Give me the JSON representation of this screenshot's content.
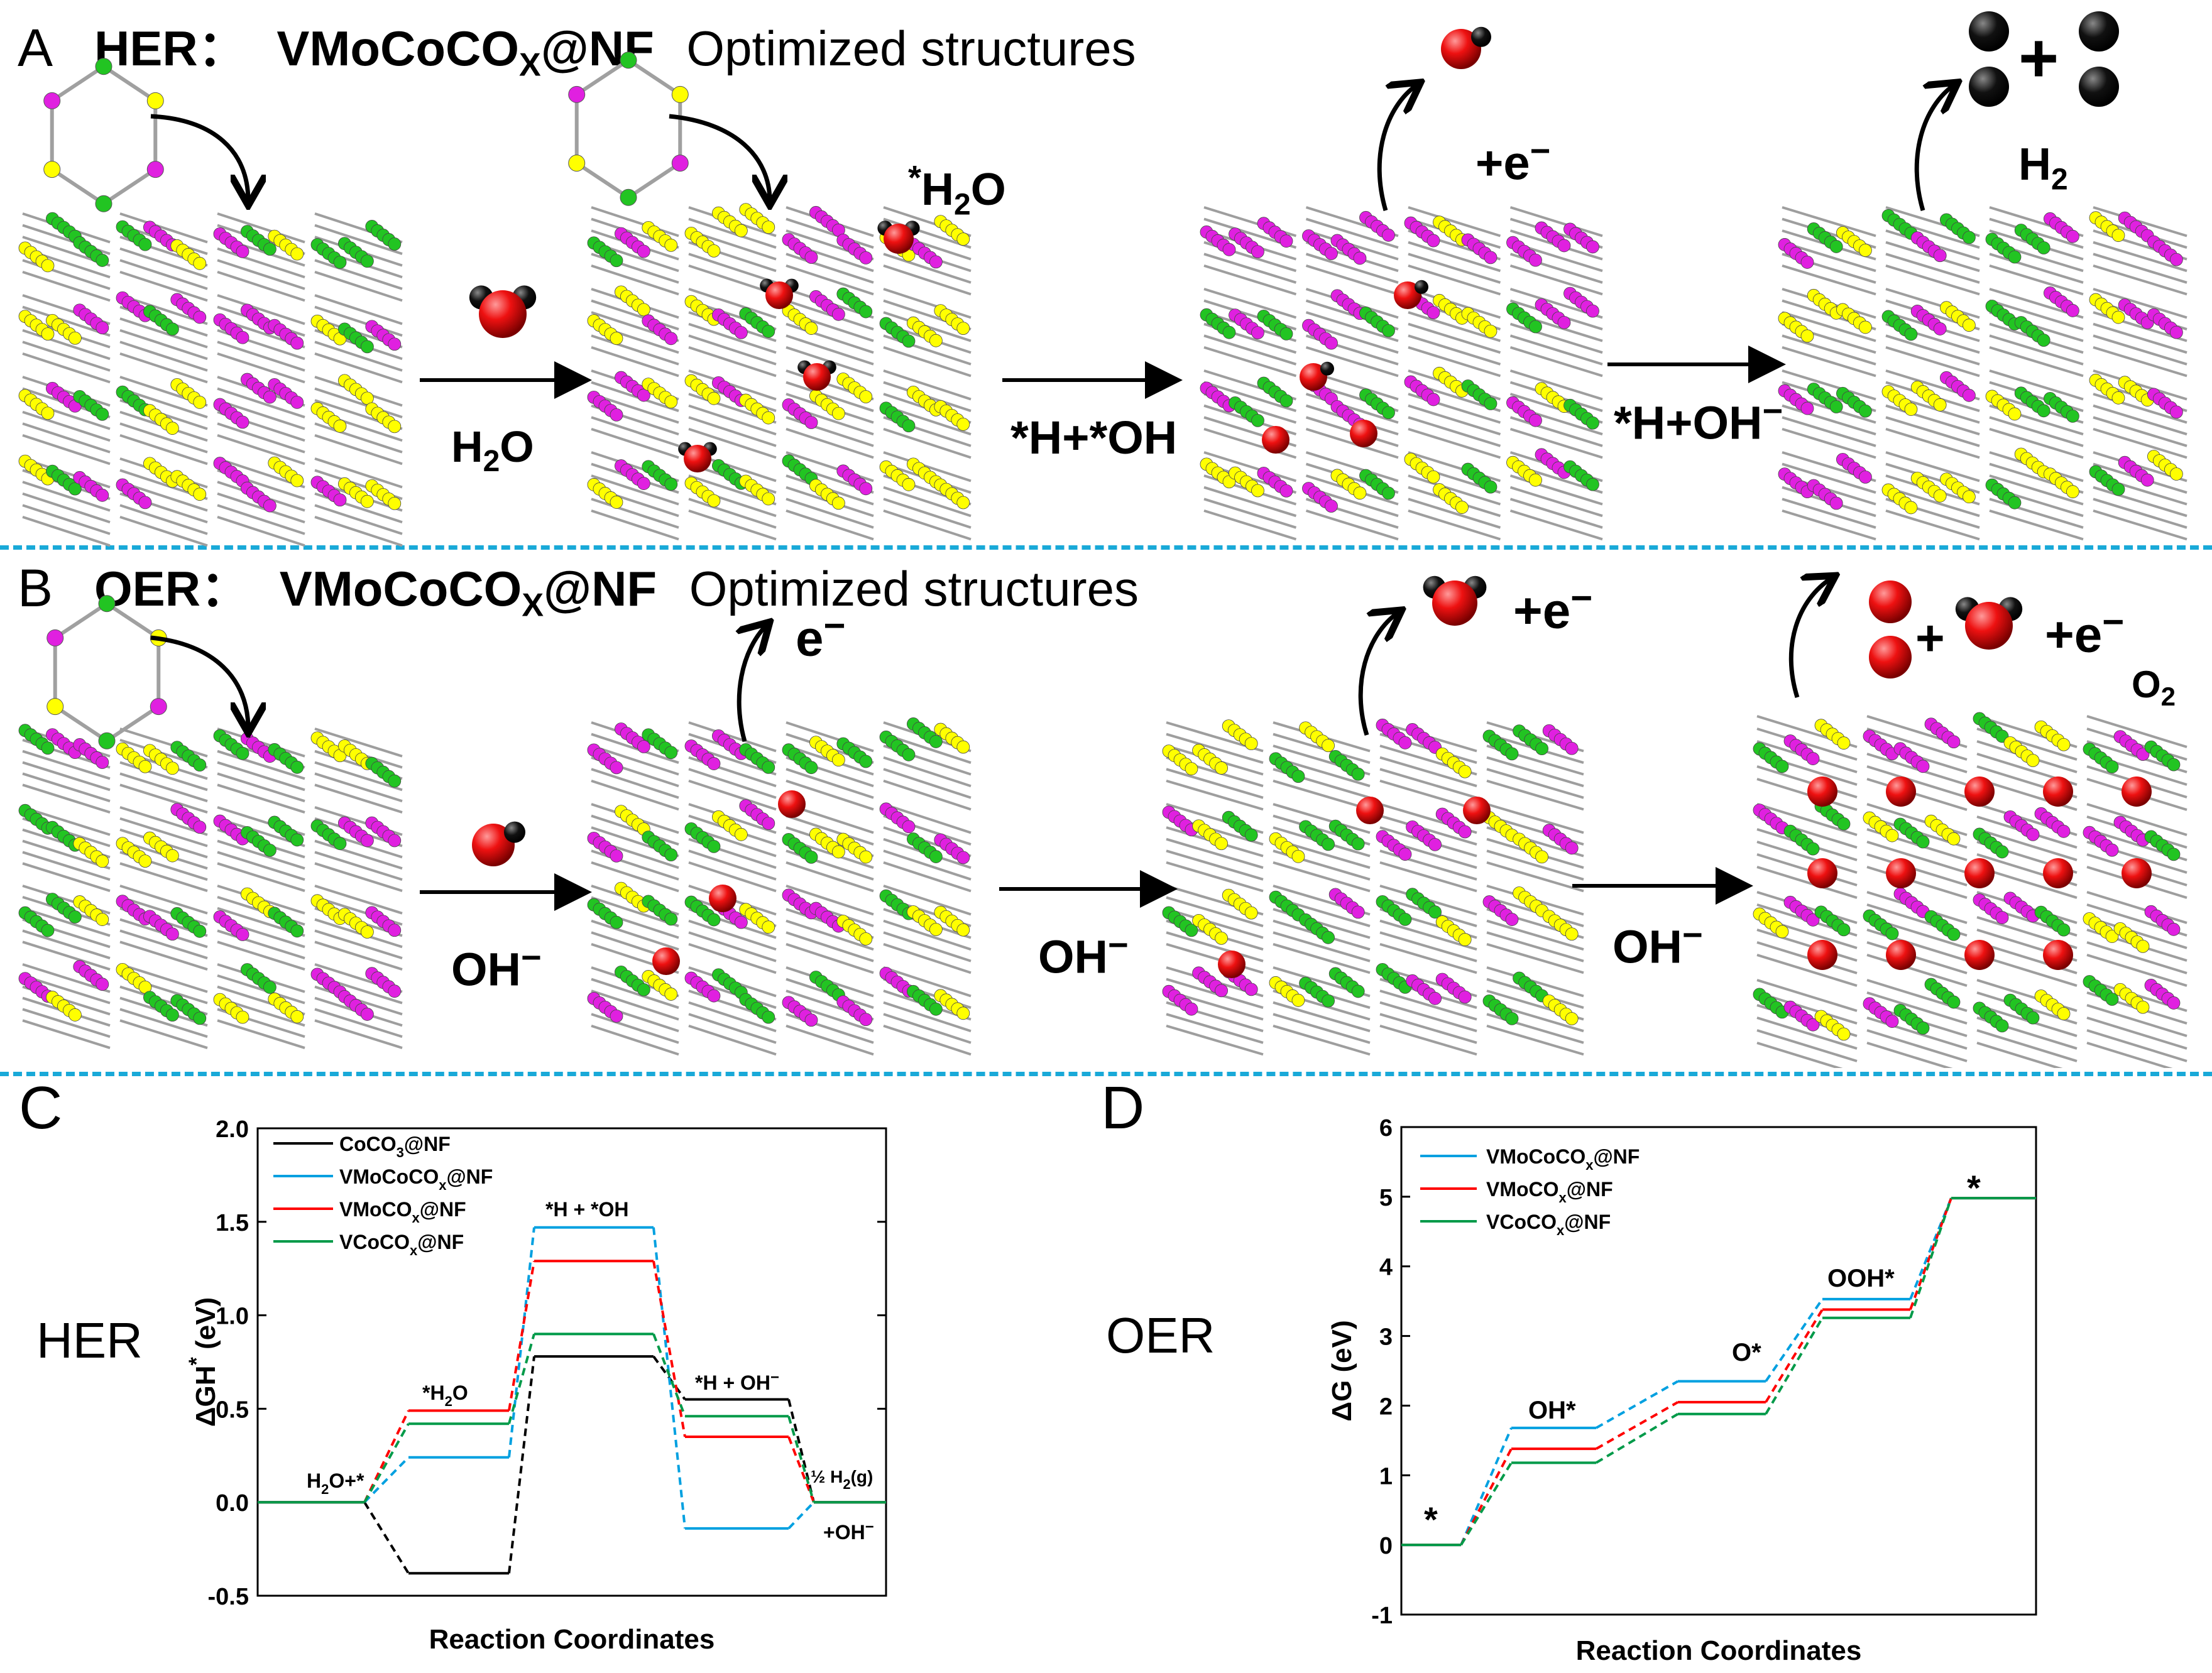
{
  "panel_a": {
    "letter": "A",
    "reaction": "HER",
    "colon": "：",
    "catalyst_main": "VMoCoCO",
    "catalyst_sub": "X",
    "catalyst_tail": "@NF",
    "subtitle": "Optimized structures",
    "step_labels": {
      "h2o_main": "H",
      "h2o_sub": "2",
      "h2o_tail": "O",
      "adsorbed_h2o_star": "*",
      "adsorbed_h2o_main": "H",
      "adsorbed_h2o_sub": "2",
      "adsorbed_h2o_tail": "O",
      "h_oh": "*H+*OH",
      "electron1": "+e",
      "electron1_sup": "−",
      "h_oh_minus": "*H+OH",
      "h_oh_minus_sup": "−",
      "h2_main": "H",
      "h2_sub": "2"
    }
  },
  "panel_b": {
    "letter": "B",
    "reaction": "OER",
    "colon": "：",
    "catalyst_main": "VMoCoCO",
    "catalyst_sub": "X",
    "catalyst_tail": "@NF",
    "subtitle": "Optimized structures",
    "step_labels": {
      "oh1": "OH",
      "oh1_sup": "−",
      "e1": "e",
      "e1_sup": "−",
      "oh2": "OH",
      "oh2_sup": "−",
      "e2": "+e",
      "e2_sup": "−",
      "oh3": "OH",
      "oh3_sup": "−",
      "plus": "+",
      "e3": "+e",
      "e3_sup": "−",
      "o2_main": "O",
      "o2_sub": "2"
    }
  },
  "colors": {
    "green_atom": "#22c422",
    "yellow_atom": "#ffff00",
    "magenta_atom": "#e020e0",
    "bond": "#9e9e9e",
    "oxygen": "#ee1111",
    "hydrogen": "#111111",
    "divider": "#19a9d8",
    "series_black": "#000000",
    "series_cyan": "#00a0e0",
    "series_red": "#ff0000",
    "series_green": "#009a49"
  },
  "chart_data": [
    {
      "panel": "C",
      "side_label": "HER",
      "type": "line",
      "ylabel_main": "ΔGH",
      "ylabel_star": "*",
      "ylabel_unit": "(eV)",
      "xlabel": "Reaction Coordinates",
      "ylim": [
        -0.5,
        2.0
      ],
      "yticks": [
        "-0.5",
        "0.0",
        "0.5",
        "1.0",
        "1.5",
        "2.0"
      ],
      "ytick_values": [
        -0.5,
        0.0,
        0.5,
        1.0,
        1.5,
        2.0
      ],
      "states": [
        "H2O+*",
        "*H2O",
        "*H + *OH",
        "*H + OH−",
        "½ H2(g) +OH−"
      ],
      "annotations": {
        "h2o_star": "H",
        "h2o_star_sub": "2",
        "h2o_star_tail": "O+*",
        "adsorbed_h2o": "*H",
        "adsorbed_h2o_sub": "2",
        "adsorbed_h2o_tail": "O",
        "h_oh": "*H + *OH",
        "h_ohm": "*H + OH",
        "h_ohm_sup": "−",
        "half_h2": "½ H",
        "half_h2_sub": "2",
        "half_h2_tail": "(g)",
        "ohm": "+OH",
        "ohm_sup": "−"
      },
      "legend": [
        {
          "main": "CoCO",
          "sub": "3",
          "tail": "@NF"
        },
        {
          "main": "VMoCoCO",
          "sub": "x",
          "tail": "@NF"
        },
        {
          "main": "VMoCO",
          "sub": "x",
          "tail": "@NF"
        },
        {
          "main": "VCoCO",
          "sub": "x",
          "tail": "@NF"
        }
      ],
      "series": [
        {
          "color": "#000000",
          "values": [
            0.0,
            -0.38,
            0.78,
            0.55,
            0.0
          ]
        },
        {
          "color": "#00a0e0",
          "values": [
            0.0,
            0.24,
            1.47,
            -0.14,
            0.0
          ]
        },
        {
          "color": "#ff0000",
          "values": [
            0.0,
            0.49,
            1.29,
            0.35,
            0.0
          ]
        },
        {
          "color": "#009a49",
          "values": [
            0.0,
            0.42,
            0.9,
            0.46,
            0.0
          ]
        }
      ],
      "grid": false,
      "legend_position": "top-left"
    },
    {
      "panel": "D",
      "side_label": "OER",
      "type": "line",
      "ylabel": "ΔG (eV)",
      "xlabel": "Reaction Coordinates",
      "ylim": [
        -1,
        6
      ],
      "yticks": [
        "-1",
        "0",
        "1",
        "2",
        "3",
        "4",
        "5",
        "6"
      ],
      "ytick_values": [
        -1,
        0,
        1,
        2,
        3,
        4,
        5,
        6
      ],
      "states": [
        "*",
        "OH*",
        "O*",
        "OOH*",
        "*"
      ],
      "annotations": {
        "start": "*",
        "oh": "OH*",
        "o": "O*",
        "ooh": "OOH*",
        "end": "*"
      },
      "legend": [
        {
          "main": "VMoCoCO",
          "sub": "x",
          "tail": "@NF"
        },
        {
          "main": "VMoCO",
          "sub": "x",
          "tail": "@NF"
        },
        {
          "main": "VCoCO",
          "sub": "x",
          "tail": "@NF"
        }
      ],
      "series": [
        {
          "color": "#00a0e0",
          "values": [
            0.0,
            1.68,
            2.35,
            3.53,
            4.98
          ]
        },
        {
          "color": "#ff0000",
          "values": [
            0.0,
            1.38,
            2.05,
            3.38,
            4.98
          ]
        },
        {
          "color": "#009a49",
          "values": [
            0.0,
            1.18,
            1.88,
            3.26,
            4.98
          ]
        }
      ],
      "grid": false,
      "legend_position": "top-left"
    }
  ],
  "lower_letters": {
    "c": "C",
    "d": "D"
  }
}
